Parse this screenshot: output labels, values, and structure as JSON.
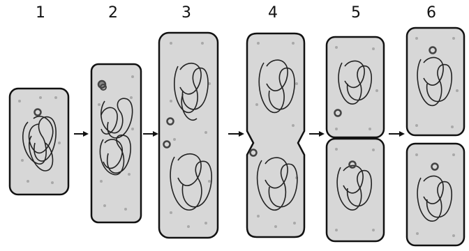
{
  "stage_labels": [
    "1",
    "2",
    "3",
    "4",
    "5",
    "6"
  ],
  "colors": {
    "cell_fill": "#d7d7d7",
    "outline": "#111111",
    "dots": "#a9a9a9",
    "plasmid": "#444444",
    "dna": "#222222",
    "background": "#ffffff"
  }
}
